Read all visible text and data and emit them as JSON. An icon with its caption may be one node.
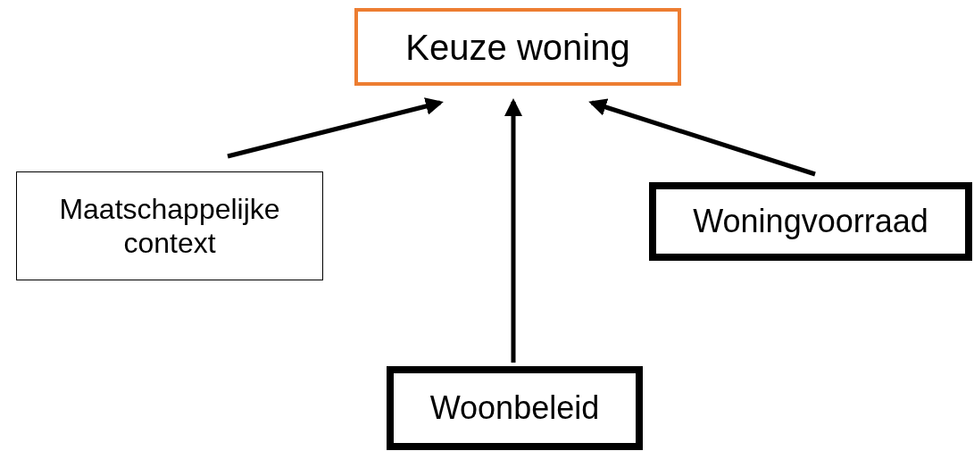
{
  "diagram": {
    "nodes": [
      {
        "text": [
          "Keuze woning"
        ]
      },
      {
        "text": [
          "Maatschappelijke context"
        ]
      },
      {
        "text": [
          "Woningvoorraad"
        ]
      },
      {
        "text": [
          "Woonbeleid"
        ]
      }
    ],
    "edges": [
      {
        "from": 1,
        "to": 0,
        "arrow": "to"
      },
      {
        "from": 3,
        "to": 0,
        "arrow": "to"
      },
      {
        "from": 2,
        "to": 0,
        "arrow": "to"
      }
    ]
  }
}
